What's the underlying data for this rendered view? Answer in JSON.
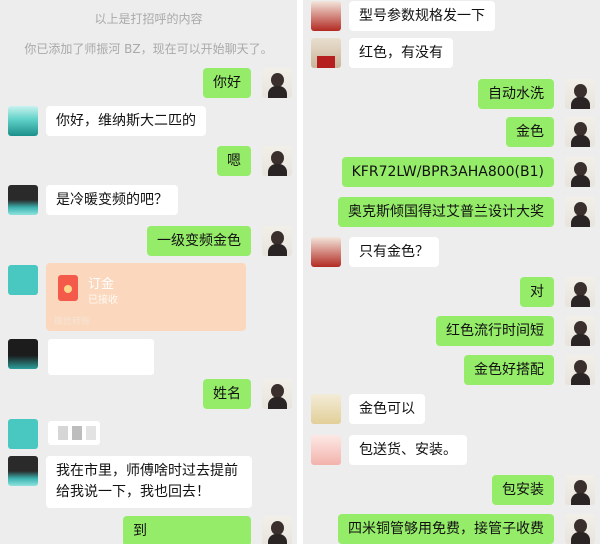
{
  "left": {
    "system_lines": [
      "以上是打招呼的内容",
      "你已添加了师振河 BZ，现在可以开始聊天了。"
    ],
    "messages": [
      {
        "side": "self",
        "text": "你好",
        "avatar": "girl-avatar"
      },
      {
        "side": "other",
        "text": "你好，维纳斯大二匹的",
        "avatar": "sea-avatar"
      },
      {
        "side": "self",
        "text": "嗯",
        "avatar": "girl-avatar"
      },
      {
        "side": "other",
        "text": "是冷暖变频的吧？",
        "avatar": "sea-avatar"
      },
      {
        "side": "self",
        "text": "一级变频金色",
        "avatar": "girl-avatar"
      },
      {
        "side": "other",
        "kind": "payment-card",
        "title": "订金",
        "status": "已接收",
        "footer": "微信转账"
      },
      {
        "side": "other",
        "kind": "blank-message"
      },
      {
        "side": "self",
        "text": "姓名",
        "avatar": "girl-avatar"
      },
      {
        "side": "other",
        "kind": "blank-message"
      },
      {
        "side": "other",
        "text": "我在市里，师傅啥时过去提前给我说一下，我也回去！",
        "avatar": "sea-avatar"
      },
      {
        "side": "self",
        "text": "到",
        "avatar": "girl-avatar"
      }
    ]
  },
  "right": {
    "messages": [
      {
        "side": "other",
        "text": "型号参数规格发一下",
        "avatar": "red-avatar"
      },
      {
        "side": "other",
        "text": "红色，有没有",
        "avatar": "tan-avatar"
      },
      {
        "side": "self",
        "text": "自动水洗",
        "avatar": "girl-avatar"
      },
      {
        "side": "self",
        "text": "金色",
        "avatar": "girl-avatar"
      },
      {
        "side": "self",
        "text": "KFR72LW/BPR3AHA800(B1)",
        "avatar": "girl-avatar"
      },
      {
        "side": "self",
        "text": "奥克斯倾国得过艾普兰设计大奖",
        "avatar": "girl-avatar"
      },
      {
        "side": "other",
        "text": "只有金色？",
        "avatar": "red-avatar"
      },
      {
        "side": "self",
        "text": "对",
        "avatar": "girl-avatar"
      },
      {
        "side": "self",
        "text": "红色流行时间短",
        "avatar": "girl-avatar"
      },
      {
        "side": "self",
        "text": "金色好搭配",
        "avatar": "girl-avatar"
      },
      {
        "side": "other",
        "text": "金色可以",
        "avatar": "pale-avatar"
      },
      {
        "side": "other",
        "text": "包送货、安装。",
        "avatar": "pink-avatar"
      },
      {
        "side": "self",
        "text": "包安装",
        "avatar": "girl-avatar"
      },
      {
        "side": "self",
        "text": "四米铜管够用免费，接管子收费",
        "avatar": "girl-avatar"
      }
    ]
  }
}
